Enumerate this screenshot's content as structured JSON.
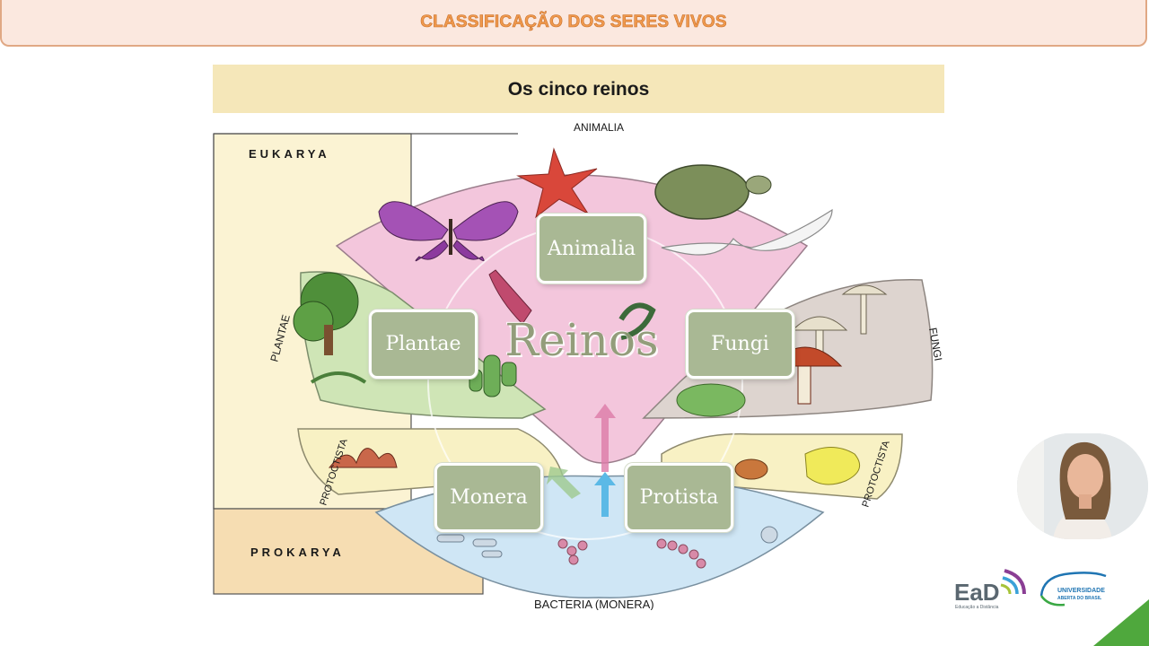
{
  "header": {
    "title": "CLASSIFICAÇÃO DOS SERES VIVOS"
  },
  "figure": {
    "title": "Os cinco reinos",
    "domains": {
      "eukarya": "EUKARYA",
      "prokarya": "PROKARYA"
    },
    "kingdom_labels": {
      "animalia": "ANIMALIA",
      "plantae": "PLANTAE",
      "fungi": "FUNGI",
      "protoctista_left": "PROTOCTISTA",
      "protoctista_right": "PROTOCTISTA",
      "bacteria": "BACTERIA (MONERA)"
    }
  },
  "diagram": {
    "center": "Reinos",
    "nodes": {
      "animalia": "Animalia",
      "plantae": "Plantae",
      "fungi": "Fungi",
      "monera": "Monera",
      "protista": "Protista"
    }
  },
  "logos": {
    "ead": "EaD",
    "ead_sub": "Educação a Distância",
    "uab_line1": "UNIVERSIDADE",
    "uab_line2": "ABERTA DO BRASIL"
  },
  "colors": {
    "accent": "#f09a4e",
    "node": "#a9b894",
    "brand_green": "#4fa83d"
  }
}
